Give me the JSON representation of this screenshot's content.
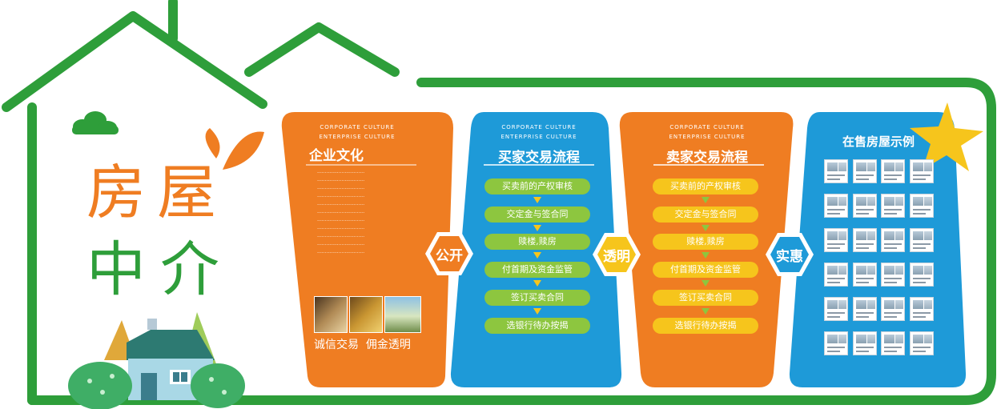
{
  "title_chars": [
    "房",
    "屋",
    "中",
    "介"
  ],
  "culture": {
    "en_line1": "CORPORATE CULTURE",
    "en_line2": "ENTERPRISE CULTURE",
    "title": "企业文化",
    "caption": "诚信交易  佣金透明"
  },
  "buyer": {
    "en_line1": "CORPORATE CULTURE",
    "en_line2": "ENTERPRISE CULTURE",
    "title": "买家交易流程",
    "steps": [
      "买卖前的产权审核",
      "交定金与签合同",
      "赎楼,赎房",
      "付首期及资金监管",
      "签订买卖合同",
      "选银行待办按揭"
    ]
  },
  "seller": {
    "en_line1": "CORPORATE CULTURE",
    "en_line2": "ENTERPRISE CULTURE",
    "title": "卖家交易流程",
    "steps": [
      "买卖前的产权审核",
      "交定金与签合同",
      "赎楼,赎房",
      "付首期及资金监管",
      "签订买卖合同",
      "选银行待办按揭"
    ]
  },
  "listings": {
    "title": "在售房屋示例"
  },
  "hex_labels": {
    "open": "公开",
    "transparent": "透明",
    "benefit": "实惠"
  },
  "colors": {
    "green": "#2e9e3a",
    "dark_green": "#1e7d2a",
    "orange": "#ef7d22",
    "blue": "#1e9ad8",
    "yellow": "#f6c51c",
    "card_green": "#8dc63f"
  }
}
